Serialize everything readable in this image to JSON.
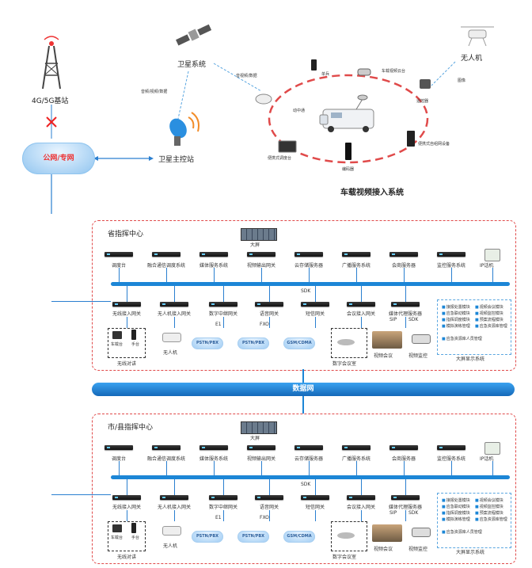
{
  "top": {
    "base_station": "4G/5G基站",
    "public_net": "公网/专网",
    "satellite_system": "卫星系统",
    "satellite_station": "卫星主控站",
    "link_label_1": "音频/视频/数据",
    "link_label_2": "音视频/数据",
    "drone": "无人机",
    "drone_link": "图像",
    "vehicle_system": "车载视频接入系统",
    "ring_items": {
      "single_soldier": "单兵",
      "vehicle_camera": "车载视频云台",
      "remote_ctrl": "遥控器",
      "portable_ad_hoc": "便携式自组网设备",
      "encoder": "编码器",
      "portable_console": "便携式调度台",
      "satcom": "动中通"
    }
  },
  "centers": [
    {
      "title": "省指挥中心",
      "big_screen": "大屏",
      "top_devices": [
        "调度台",
        "融合通信调度系统",
        "媒体服务系统",
        "视频输出网关",
        "云存储服务器",
        "广播服务系统",
        "会商服务器",
        "监控服务系统",
        "IP话机"
      ],
      "sdk": "SDK",
      "bottom_devices": [
        "无线接入网关",
        "无人机接入网关",
        "数字中继网关",
        "语音网关",
        "短信网关",
        "会议接入网关",
        "媒体代理服务器"
      ],
      "e1": "E1",
      "fxo": "FXO",
      "sip": "SIP",
      "sdk2": "SDK",
      "radio": {
        "car": "车载台",
        "hand": "手台",
        "caption": "无线对讲"
      },
      "drone": "无人机",
      "clouds": [
        "PSTN/PBX",
        "PSTN/PBX",
        "GSM/CDMA"
      ],
      "digital_conf": "数字会议室",
      "video_conf": "视频会议",
      "video_monitor": "视频监控",
      "features": [
        "接报处置模块",
        "视频会议模块",
        "应急联动模块",
        "视频监控模块",
        "指挥调度模块",
        "预案流程模块",
        "模拟演练管理",
        "应急资源库管理",
        "应急资源库人员管理"
      ],
      "feature_caption": "大屏显示系统"
    },
    {
      "title": "市/县指挥中心",
      "big_screen": "大屏",
      "top_devices": [
        "调度台",
        "融合通信调度系统",
        "媒体服务系统",
        "视频输出网关",
        "云存储服务器",
        "广播服务系统",
        "会商服务器",
        "监控服务系统",
        "IP话机"
      ],
      "sdk": "SDK",
      "bottom_devices": [
        "无线接入网关",
        "无人机接入网关",
        "数字中继网关",
        "语音网关",
        "短信网关",
        "会议接入网关",
        "媒体代理服务器"
      ],
      "e1": "E1",
      "fxo": "FXO",
      "sip": "SIP",
      "sdk2": "SDK",
      "radio": {
        "car": "车载台",
        "hand": "手台",
        "caption": "无线对讲"
      },
      "drone": "无人机",
      "clouds": [
        "PSTN/PBX",
        "PSTN/PBX",
        "GSM/CDMA"
      ],
      "digital_conf": "数字会议室",
      "video_conf": "视频会议",
      "video_monitor": "视频监控",
      "features": [
        "接报处置模块",
        "视频会议模块",
        "应急联动模块",
        "视频监控模块",
        "指挥调度模块",
        "预案流程模块",
        "模拟演练管理",
        "应急资源库管理",
        "应急资源库人员管理"
      ],
      "feature_caption": "大屏显示系统"
    }
  ],
  "data_network": "数据网",
  "colors": {
    "accent": "#1c86d6",
    "danger": "#e04a4a"
  }
}
